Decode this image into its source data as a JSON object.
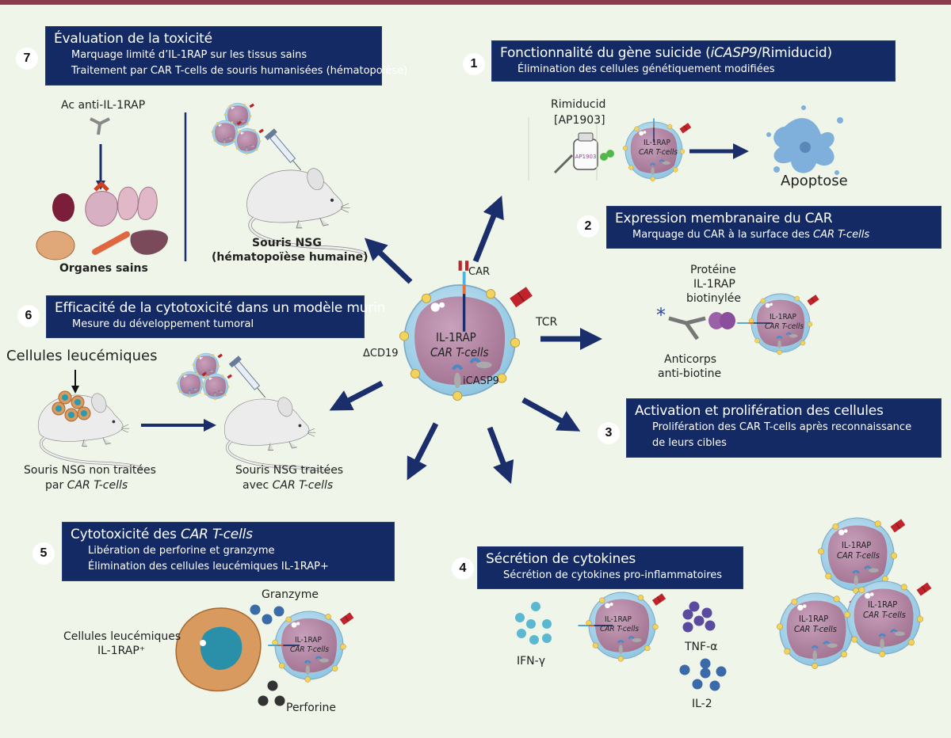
{
  "colors": {
    "background": "#eff5e8",
    "panel": "#132a65",
    "arrow": "#1a2e6b",
    "top_bar": "#8a3e4c",
    "cell_membrane": "#a9d6ec",
    "cell_body": "#b98aa8",
    "granule": "#f0d060",
    "receptor": "#c0242a"
  },
  "central_cell": {
    "title": "IL-1RAP",
    "subtitle": "CAR T-cells",
    "labels": {
      "car": "CAR",
      "tcr": "TCR",
      "cd19": "ΔCD19",
      "icasp9": "iCASP9"
    }
  },
  "cell_label": {
    "line1": "IL-1RAP",
    "line2": "CAR T-cells"
  },
  "steps": [
    {
      "number": "1",
      "title": "Fonctionnalité du gène suicide (iCASP9/Rimiducid)",
      "lines": [
        "Élimination des cellules génétiquement modifiées"
      ],
      "labels": {
        "drug": "Rimiducid",
        "drug_code": "[AP1903]",
        "vial": "AP1903",
        "outcome": "Apoptose"
      }
    },
    {
      "number": "2",
      "title": "Expression membranaire du CAR",
      "lines": [
        "Marquage du CAR à la surface des CAR T-cells"
      ],
      "labels": {
        "protein_1": "Protéine",
        "protein_2": "IL-1RAP",
        "protein_3": "biotinylée",
        "antibody_1": "Anticorps",
        "antibody_2": "anti-biotine"
      }
    },
    {
      "number": "3",
      "title": "Activation et prolifération des cellules",
      "lines": [
        "Prolifération des CAR T-cells après reconnaissance",
        "de leurs cibles"
      ]
    },
    {
      "number": "4",
      "title": "Sécrétion de cytokines",
      "lines": [
        "Sécrétion de cytokines pro-inflammatoires"
      ],
      "labels": {
        "ifn": "IFN-γ",
        "tnf": "TNF-α",
        "il2": "IL-2"
      }
    },
    {
      "number": "5",
      "title": "Cytotoxicité des CAR T-cells",
      "lines": [
        "Libération de perforine et granzyme",
        "Élimination des cellules leucémiques IL-1RAP+"
      ],
      "labels": {
        "granzyme": "Granzyme",
        "perforine": "Perforine",
        "leuk_1": "Cellules leucémiques",
        "leuk_2": "IL-1RAP⁺"
      }
    },
    {
      "number": "6",
      "title": "Efficacité de la cytotoxicité dans un modèle murin",
      "lines": [
        "Mesure du développement tumoral"
      ],
      "labels": {
        "leuk_cells": "Cellules leucémiques",
        "untreated_1": "Souris NSG non traitées",
        "untreated_2a": "par ",
        "untreated_2b": "CAR T-cells",
        "treated_1": "Souris NSG traitées",
        "treated_2a": "avec ",
        "treated_2b": "CAR T-cells"
      }
    },
    {
      "number": "7",
      "title": "Évaluation de la toxicité",
      "lines": [
        "Marquage limité d’IL-1RAP sur les tissus sains",
        "Traitement par CAR T-cells de souris humanisées (hématopoïèse)"
      ],
      "labels": {
        "antibody": "Ac anti-IL-1RAP",
        "organs": "Organes sains",
        "mouse_1": "Souris NSG",
        "mouse_2": "(hématopoïèse humaine)"
      }
    }
  ]
}
